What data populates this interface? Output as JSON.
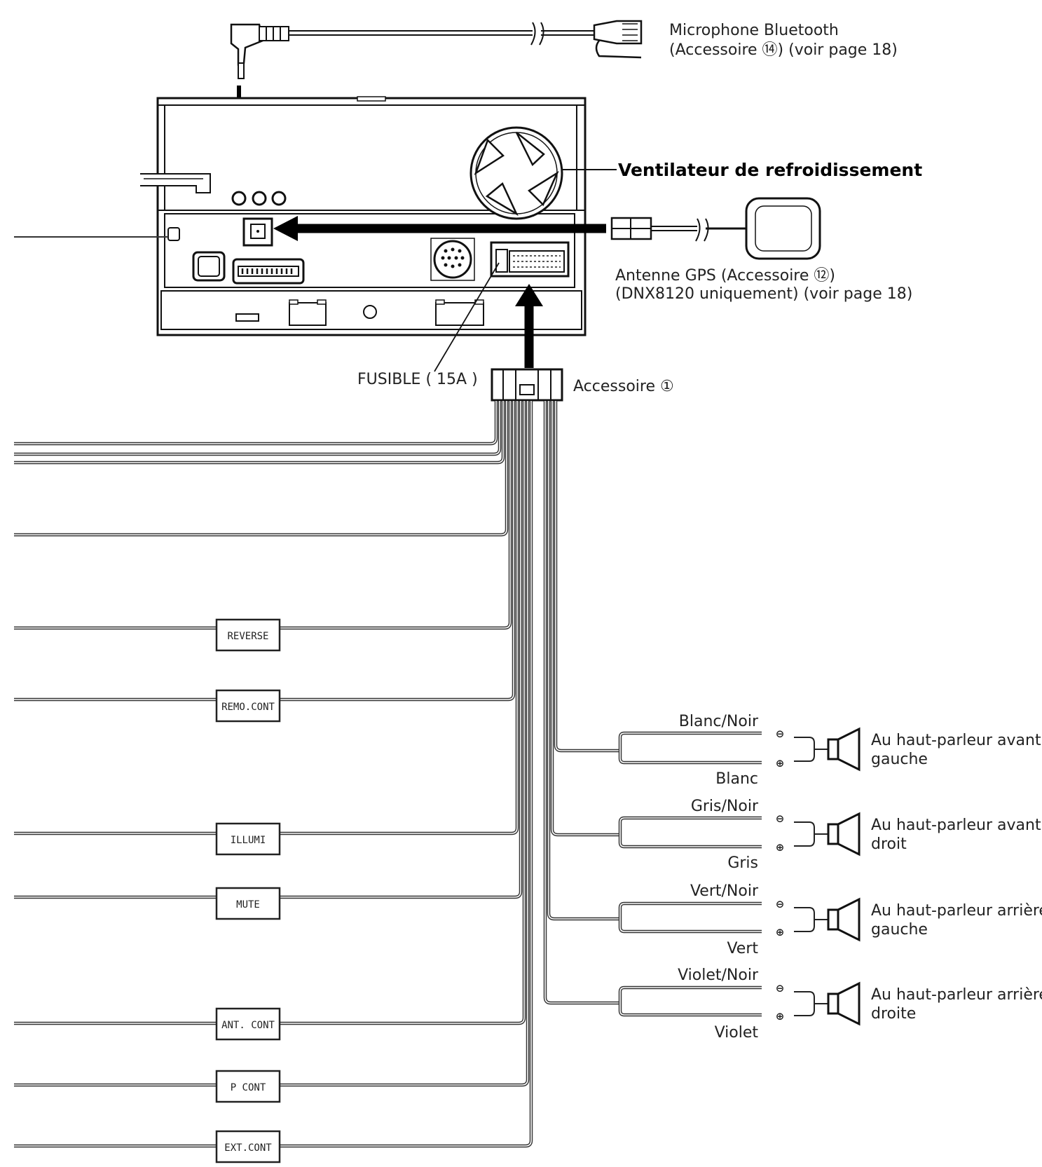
{
  "labels": {
    "microphone_line1": "Microphone Bluetooth",
    "microphone_line2": "(Accessoire ⑭) (voir page 18)",
    "fan": "Ventilateur de refroidissement",
    "gps_line1": "Antenne GPS (Accessoire ⑫)",
    "gps_line2": "(DNX8120 uniquement) (voir page 18)",
    "fuse": "FUSIBLE ( 15A )",
    "accessory": "Accessoire ①"
  },
  "tags": {
    "reverse": "REVERSE",
    "remo_cont": "REMO.CONT",
    "illumi": "ILLUMI",
    "mute": "MUTE",
    "ant_cont": "ANT. CONT",
    "p_cont": "P CONT",
    "ext_cont": "EXT.CONT"
  },
  "speakers": [
    {
      "neg_color": "Blanc/Noir",
      "pos_color": "Blanc",
      "target_line1": "Au haut-parleur avant",
      "target_line2": "gauche"
    },
    {
      "neg_color": "Gris/Noir",
      "pos_color": "Gris",
      "target_line1": "Au haut-parleur avant",
      "target_line2": "droit"
    },
    {
      "neg_color": "Vert/Noir",
      "pos_color": "Vert",
      "target_line1": "Au haut-parleur arrière",
      "target_line2": "gauche"
    },
    {
      "neg_color": "Violet/Noir",
      "pos_color": "Violet",
      "target_line1": "Au haut-parleur arrière",
      "target_line2": "droite"
    }
  ],
  "polarity": {
    "negative": "⊖",
    "positive": "⊕"
  }
}
